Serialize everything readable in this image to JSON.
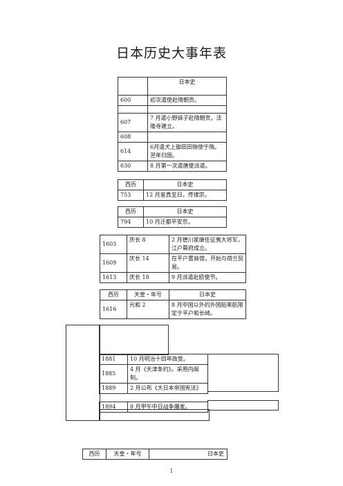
{
  "title": "日本历史大事年表",
  "t1": {
    "header": "日本史",
    "rows": [
      {
        "year": "600",
        "text": "初次遣使赴隋朝贡。"
      },
      {
        "year": "607",
        "text": "7 月遣小野妹子赴隋朝贡。法隆寺建立。"
      },
      {
        "year": "608",
        "text": ""
      },
      {
        "year": "614",
        "text": "6月遣犬上御田田锹使于隋。翌年归国。"
      },
      {
        "year": "630",
        "text": "8 月第一次遣唐使派遣。"
      }
    ]
  },
  "t2": {
    "h_year": "西历",
    "h_text": "日本史",
    "year": "753",
    "text": "12 月鉴真至日，传律宗。"
  },
  "t3": {
    "h_year": "西历",
    "h_text": "日本史",
    "year": "794",
    "text": "10 月迁都平安京。"
  },
  "t4": {
    "rows": [
      {
        "year": "1603",
        "era": "庆长 8",
        "text": "2 月德川家康任征夷大将军，江户幕府成立。"
      },
      {
        "year": "1609",
        "era": "庆长 14",
        "text": "在平户置商馆，开始与荷兰贸易。"
      },
      {
        "year": "1613",
        "era": "庆长 18",
        "text": "9 月派遣赴欧使节。"
      }
    ]
  },
  "t5": {
    "h_year": "西历",
    "h_era": "天皇・年号",
    "h_text": "日本史",
    "year": "1616",
    "era": "元和 2",
    "text": "8 月中国以外的外国船来航限定于平户和长崎。"
  },
  "t6": {
    "rows": [
      {
        "year": "1881",
        "text": "10 月明治十四年政变。"
      },
      {
        "year": "1885",
        "text": "4 月《天津条约》。采用内阁制。"
      },
      {
        "year": "1889",
        "text": "2 月公布《大日本帝国宪法》"
      },
      {
        "year": "1894",
        "text": "8 月甲午中日战争爆发。"
      }
    ]
  },
  "t7": {
    "h_year": "西历",
    "h_era": "天皇・年号",
    "h_text": "日本史"
  },
  "page_number": "1"
}
